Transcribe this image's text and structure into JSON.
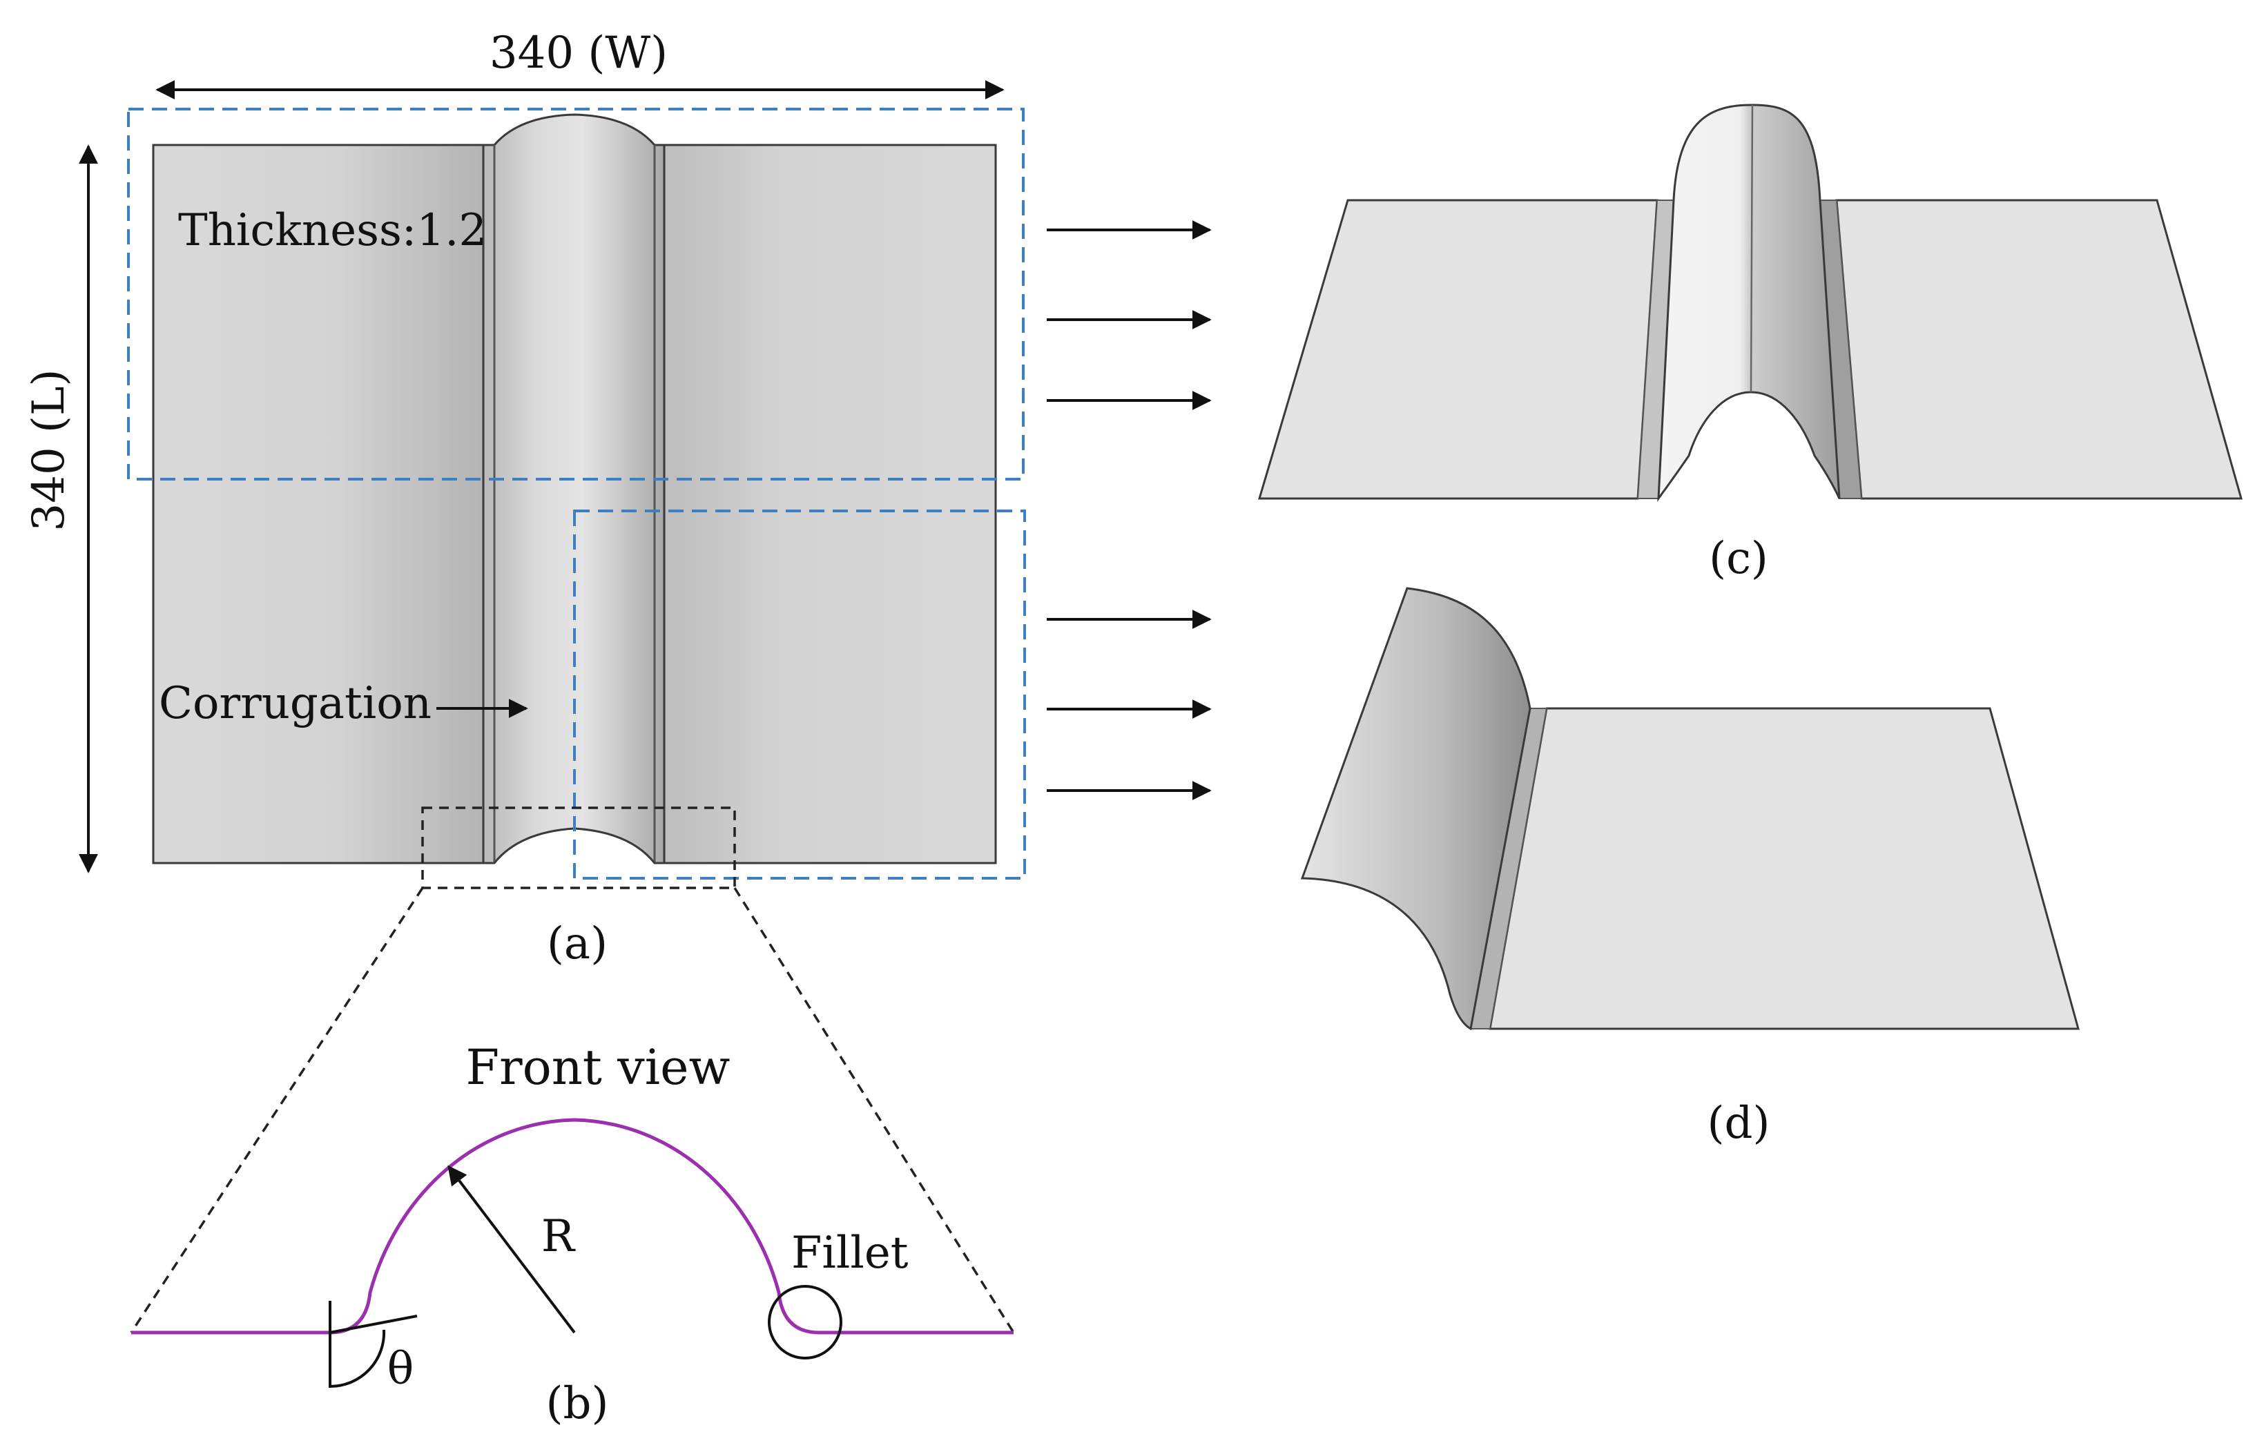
{
  "labels": {
    "width_dim": "340 (W)",
    "length_dim": "340 (L)",
    "thickness": "Thickness:1.2",
    "corrugation": "Corrugation",
    "panel_a": "(a)",
    "panel_b": "(b)",
    "panel_c": "(c)",
    "panel_d": "(d)",
    "front_view": "Front view",
    "radius": "R",
    "fillet": "Fillet",
    "angle": "θ"
  },
  "colors": {
    "profile": "#9b2fae",
    "selection_box": "#3f7fbf",
    "plate_fill": "#d7d7d7",
    "outline": "#3a3a3a"
  }
}
